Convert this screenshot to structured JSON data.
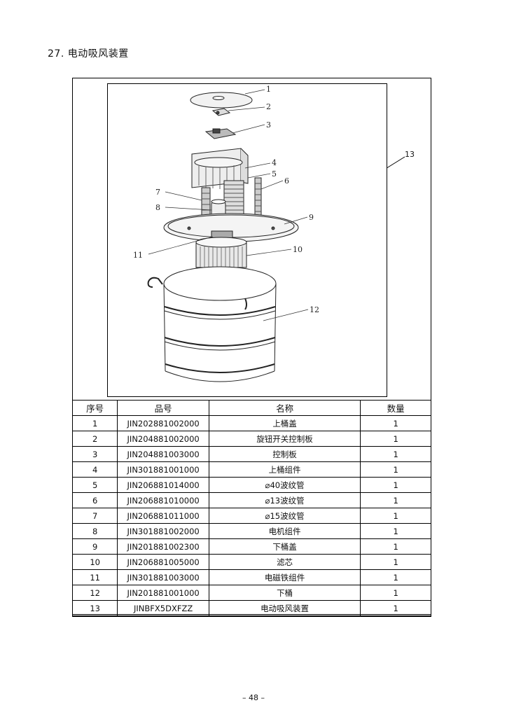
{
  "section": {
    "title": "27.  电动吸风装置"
  },
  "diagram": {
    "callouts": [
      "1",
      "2",
      "3",
      "4",
      "5",
      "6",
      "7",
      "8",
      "9",
      "10",
      "11",
      "12"
    ],
    "assembly_label": "13"
  },
  "table": {
    "headers": [
      "序号",
      "品号",
      "名称",
      "数量"
    ],
    "rows": [
      [
        "1",
        "JIN202881002000",
        "上桶盖",
        "1"
      ],
      [
        "2",
        "JIN204881002000",
        "旋钮开关控制板",
        "1"
      ],
      [
        "3",
        "JIN204881003000",
        "控制板",
        "1"
      ],
      [
        "4",
        "JIN301881001000",
        "上桶组件",
        "1"
      ],
      [
        "5",
        "JIN206881014000",
        "⌀40波纹管",
        "1"
      ],
      [
        "6",
        "JIN206881010000",
        "⌀13波纹管",
        "1"
      ],
      [
        "7",
        "JIN206881011000",
        "⌀15波纹管",
        "1"
      ],
      [
        "8",
        "JIN301881002000",
        "电机组件",
        "1"
      ],
      [
        "9",
        "JIN201881002300",
        "下桶盖",
        "1"
      ],
      [
        "10",
        "JIN206881005000",
        "滤芯",
        "1"
      ],
      [
        "11",
        "JIN301881003000",
        "电磁铁组件",
        "1"
      ],
      [
        "12",
        "JIN201881001000",
        "下桶",
        "1"
      ],
      [
        "13",
        "JINBFX5DXFZZ",
        "电动吸风装置",
        "1"
      ]
    ]
  },
  "footer": {
    "page": "– 48 –"
  }
}
